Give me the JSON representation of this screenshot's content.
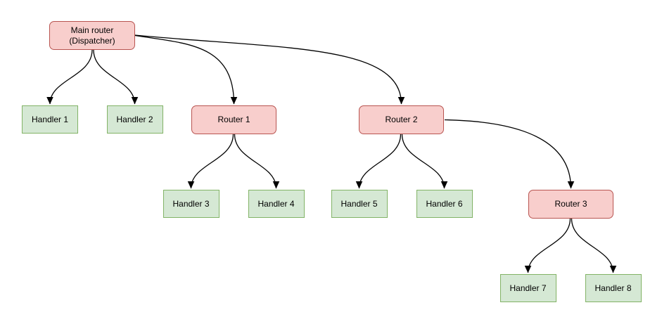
{
  "diagram": {
    "background_color": "#ffffff",
    "colors": {
      "router_fill": "#f8cecc",
      "router_border": "#b85450",
      "handler_fill": "#d5e8d4",
      "handler_border": "#82b366",
      "edge_color": "#000000",
      "text_color": "#000000"
    },
    "nodes": {
      "main": {
        "type": "router",
        "line1": "Main router",
        "line2": "(Dispatcher)"
      },
      "router1": {
        "type": "router",
        "label": "Router 1"
      },
      "router2": {
        "type": "router",
        "label": "Router 2"
      },
      "router3": {
        "type": "router",
        "label": "Router 3"
      },
      "handler1": {
        "type": "handler",
        "label": "Handler 1"
      },
      "handler2": {
        "type": "handler",
        "label": "Handler 2"
      },
      "handler3": {
        "type": "handler",
        "label": "Handler 3"
      },
      "handler4": {
        "type": "handler",
        "label": "Handler 4"
      },
      "handler5": {
        "type": "handler",
        "label": "Handler 5"
      },
      "handler6": {
        "type": "handler",
        "label": "Handler 6"
      },
      "handler7": {
        "type": "handler",
        "label": "Handler 7"
      },
      "handler8": {
        "type": "handler",
        "label": "Handler 8"
      }
    },
    "edges": [
      {
        "from": "main",
        "to": "handler1"
      },
      {
        "from": "main",
        "to": "handler2"
      },
      {
        "from": "main",
        "to": "router1"
      },
      {
        "from": "main",
        "to": "router2"
      },
      {
        "from": "router1",
        "to": "handler3"
      },
      {
        "from": "router1",
        "to": "handler4"
      },
      {
        "from": "router2",
        "to": "handler5"
      },
      {
        "from": "router2",
        "to": "handler6"
      },
      {
        "from": "router2",
        "to": "router3"
      },
      {
        "from": "router3",
        "to": "handler7"
      },
      {
        "from": "router3",
        "to": "handler8"
      }
    ]
  }
}
